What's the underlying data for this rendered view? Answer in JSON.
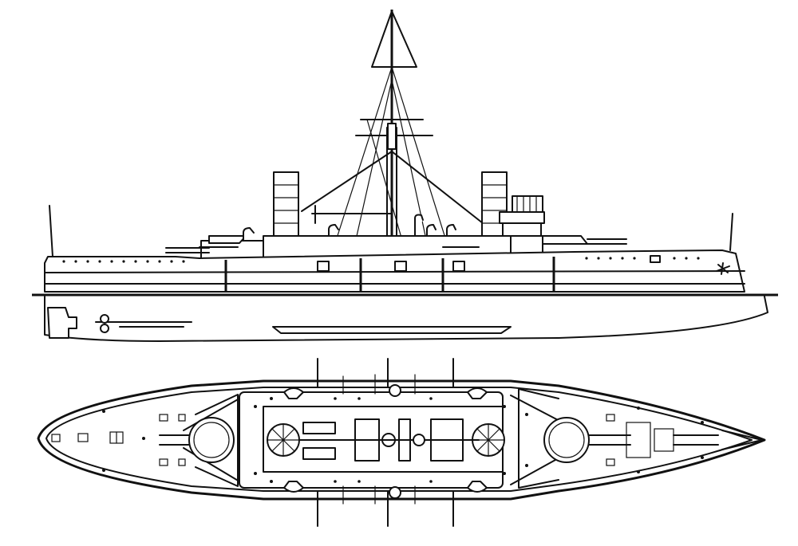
{
  "drawing": {
    "ink_color": "#111111",
    "paper_color": "#ffffff"
  },
  "views": [
    {
      "id": "profile",
      "kind": "side-elevation"
    },
    {
      "id": "plan",
      "kind": "deck-plan"
    }
  ]
}
